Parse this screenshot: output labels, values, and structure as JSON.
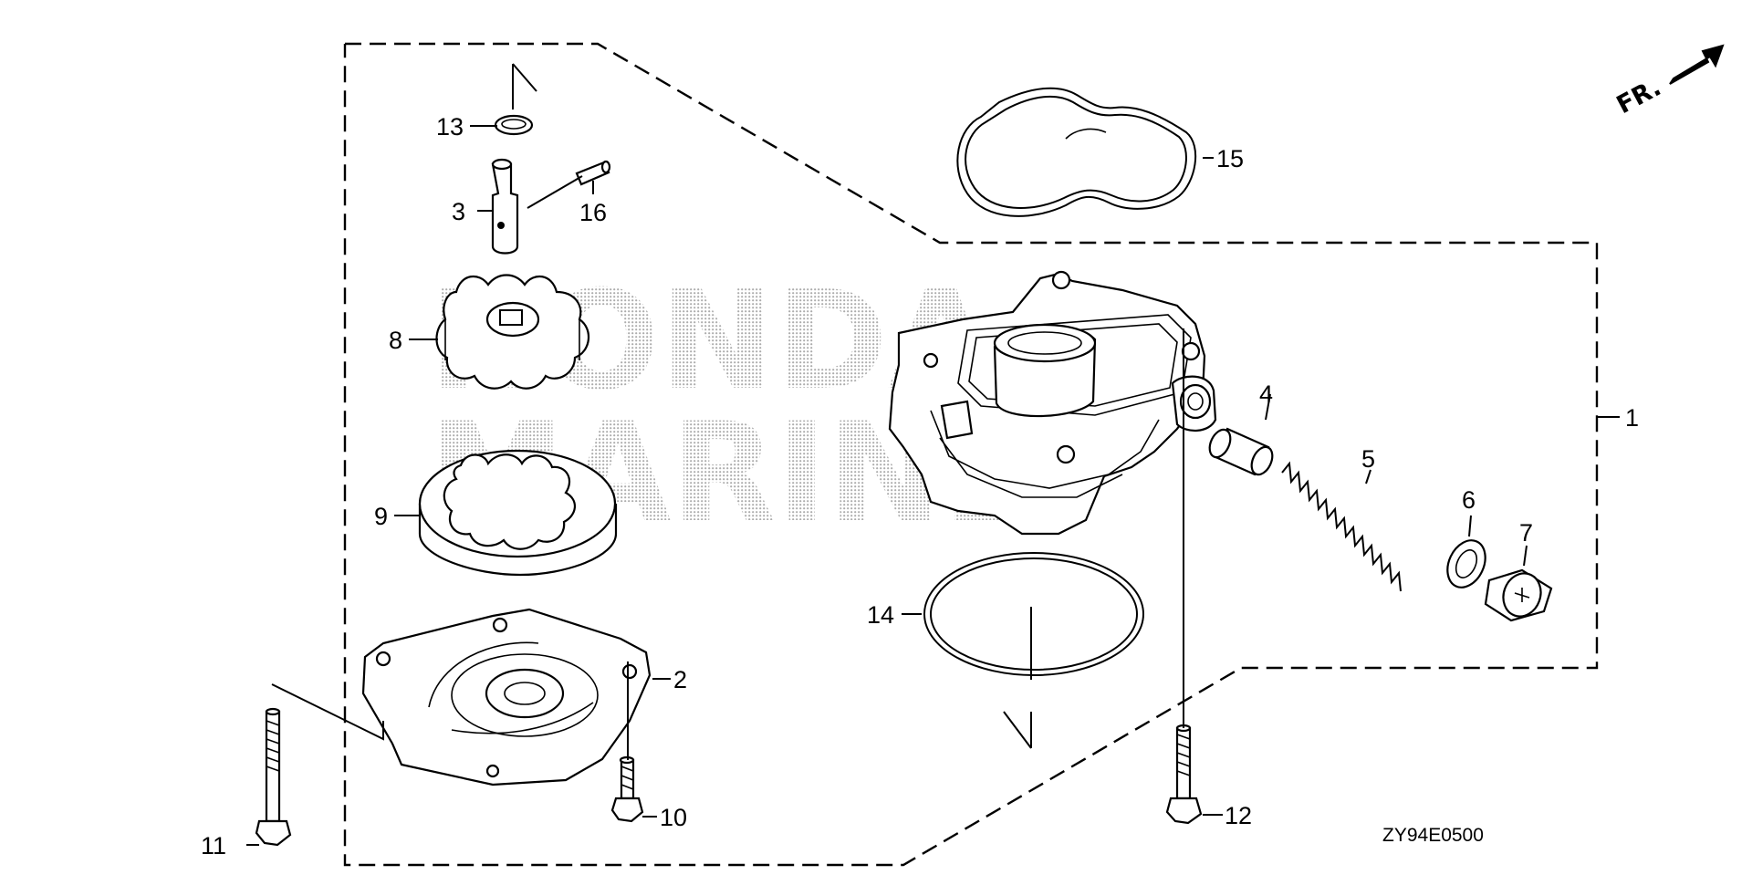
{
  "diagram": {
    "watermark": [
      "HONDA",
      "MARINE"
    ],
    "direction_label": "FR.",
    "code": "ZY94E0500",
    "callouts": [
      {
        "id": "c1",
        "label": "1"
      },
      {
        "id": "c2",
        "label": "2"
      },
      {
        "id": "c3",
        "label": "3"
      },
      {
        "id": "c4",
        "label": "4"
      },
      {
        "id": "c5",
        "label": "5"
      },
      {
        "id": "c6",
        "label": "6"
      },
      {
        "id": "c7",
        "label": "7"
      },
      {
        "id": "c8",
        "label": "8"
      },
      {
        "id": "c9",
        "label": "9"
      },
      {
        "id": "c10",
        "label": "10"
      },
      {
        "id": "c11",
        "label": "11"
      },
      {
        "id": "c12",
        "label": "12"
      },
      {
        "id": "c13",
        "label": "13"
      },
      {
        "id": "c14",
        "label": "14"
      },
      {
        "id": "c15",
        "label": "15"
      },
      {
        "id": "c16",
        "label": "16"
      }
    ]
  },
  "colors": {
    "ink": "#000000",
    "paper": "#ffffff",
    "watermark": "#9a9a9a"
  }
}
